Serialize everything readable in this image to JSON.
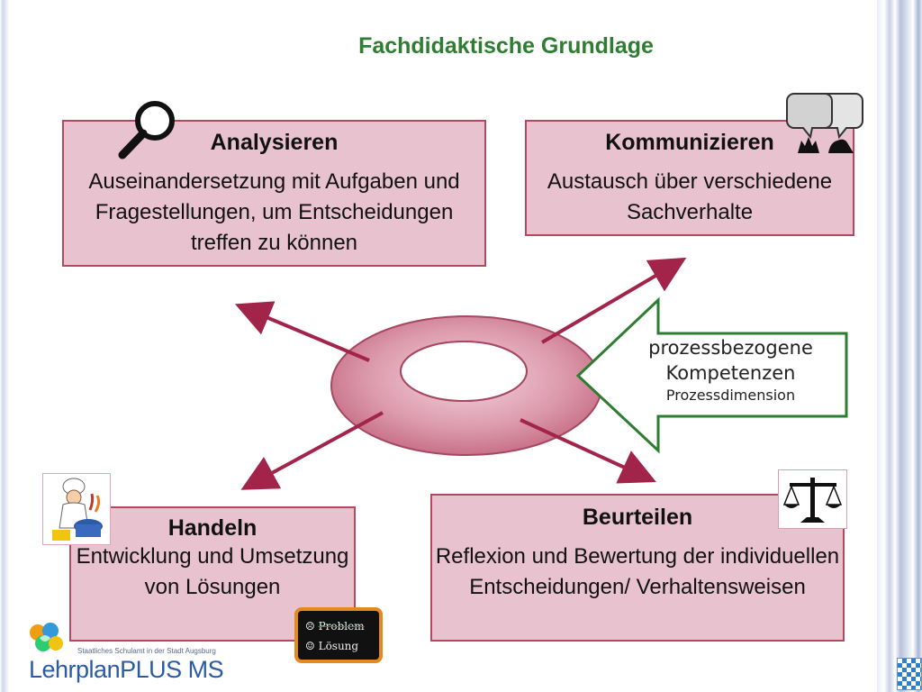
{
  "title": "Fachdidaktische Grundlage",
  "boxes": {
    "analysieren": {
      "heading": "Analysieren",
      "text": "Auseinandersetzung mit  Aufgaben und Fragestellungen, um Entscheidungen treffen zu können"
    },
    "kommunizieren": {
      "heading": "Kommunizieren",
      "text": "Austausch über verschiedene Sachverhalte"
    },
    "handeln": {
      "heading": "Handeln",
      "text": "Entwicklung und Umsetzung von Lösungen"
    },
    "beurteilen": {
      "heading": "Beurteilen",
      "text": "Reflexion und Bewertung der individuellen Entscheidungen/ Verhaltensweisen"
    }
  },
  "callout": {
    "line1": "prozessbezogene",
    "line2": "Kompetenzen",
    "line3": "Prozessdimension"
  },
  "chalkboard": {
    "problem": "Problem",
    "loesung": "Lösung",
    "sad_glyph": "☹",
    "happy_glyph": "☺"
  },
  "logo": {
    "small_text": "Staatliches Schulamt in der Stadt Augsburg",
    "big_text": "LehrplanPLUS MS"
  },
  "colors": {
    "title_green": "#2e7d32",
    "box_fill": "#e8c3cf",
    "box_border": "#b5475f",
    "arrow": "#a3244a",
    "callout_border": "#2e7d32"
  },
  "icons": [
    "magnifier-icon",
    "speech-bubbles-icon",
    "fire-icon",
    "cook-icon",
    "scale-icon",
    "bavaria-flag-icon"
  ]
}
